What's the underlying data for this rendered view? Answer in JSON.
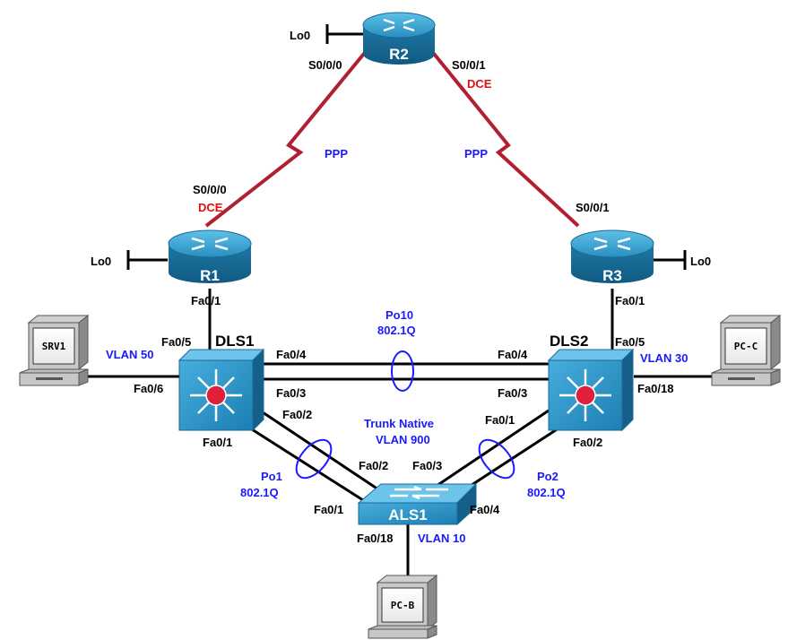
{
  "devices": {
    "r2": {
      "name": "R2",
      "lo": "Lo0",
      "if_left": "S0/0/0",
      "if_right": "S0/0/1",
      "dce": "DCE"
    },
    "r1": {
      "name": "R1",
      "lo": "Lo0",
      "if_serial": "S0/0/0",
      "dce": "DCE",
      "if_down": "Fa0/1"
    },
    "r3": {
      "name": "R3",
      "lo": "Lo0",
      "if_serial": "S0/0/1",
      "if_down": "Fa0/1"
    },
    "dls1": {
      "name": "DLS1",
      "if_up": "Fa0/5",
      "if_srv": "Fa0/6",
      "if_po10_a": "Fa0/4",
      "if_po10_b": "Fa0/3",
      "if_po1_a": "Fa0/2",
      "if_po1_b": "Fa0/1"
    },
    "dls2": {
      "name": "DLS2",
      "if_up": "Fa0/5",
      "if_pc": "Fa0/18",
      "if_po10_a": "Fa0/4",
      "if_po10_b": "Fa0/3",
      "if_po2_a": "Fa0/1",
      "if_po2_b": "Fa0/2"
    },
    "als1": {
      "name": "ALS1",
      "if_po1_a": "Fa0/2",
      "if_po1_b": "Fa0/1",
      "if_po2_a": "Fa0/3",
      "if_po2_b": "Fa0/4",
      "if_pc": "Fa0/18"
    },
    "srv1": {
      "name": "SRV1",
      "vlan": "VLAN 50"
    },
    "pcc": {
      "name": "PC-C",
      "vlan": "VLAN 30"
    },
    "pcb": {
      "name": "PC-B",
      "vlan": "VLAN 10"
    }
  },
  "links": {
    "ppp_left": "PPP",
    "ppp_right": "PPP",
    "po10_name": "Po10",
    "po10_encap": "802.1Q",
    "po1_name": "Po1",
    "po1_encap": "802.1Q",
    "po2_name": "Po2",
    "po2_encap": "802.1Q",
    "trunk_line1": "Trunk Native",
    "trunk_line2": "VLAN 900"
  },
  "colors": {
    "serial_link": "#b02030",
    "label_blue": "#1a1aff",
    "label_red": "#e01010",
    "device_blue": "#2a8fbf"
  }
}
